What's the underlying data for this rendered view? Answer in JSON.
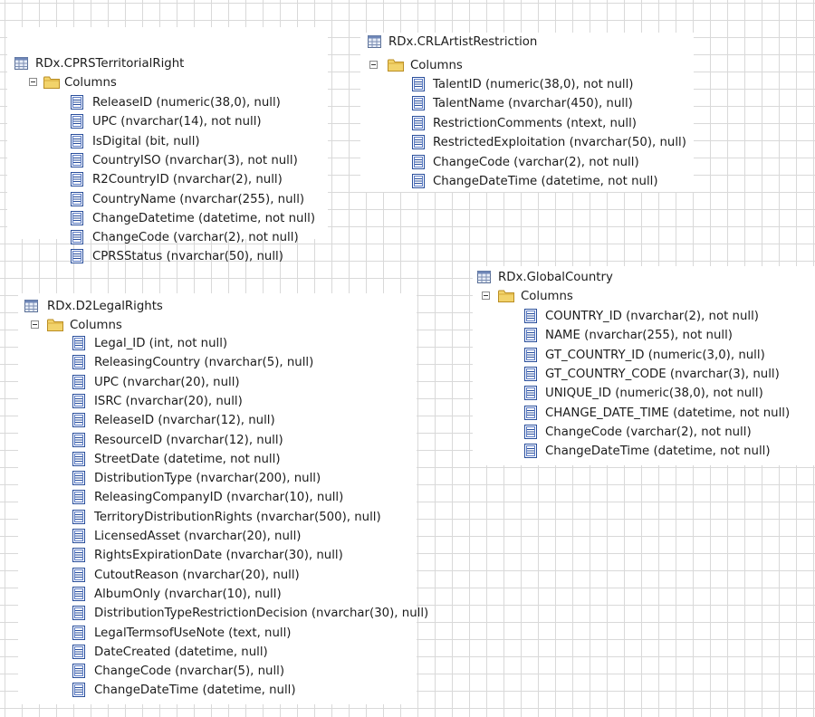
{
  "tables": [
    {
      "id": "cprs",
      "title": "RDx.CPRSTerritorialRight",
      "folder_label": "Columns",
      "columns": [
        "ReleaseID (numeric(38,0), null)",
        "UPC (nvarchar(14), not null)",
        "IsDigital (bit, null)",
        "CountryISO (nvarchar(3), not null)",
        "R2CountryID (nvarchar(2), null)",
        "CountryName (nvarchar(255), null)",
        "ChangeDatetime (datetime, not null)",
        "ChangeCode (varchar(2), not null)",
        "CPRSStatus (nvarchar(50), null)"
      ]
    },
    {
      "id": "crl",
      "title": "RDx.CRLArtistRestriction",
      "folder_label": "Columns",
      "columns": [
        "TalentID (numeric(38,0), not null)",
        "TalentName (nvarchar(450), null)",
        "RestrictionComments (ntext, null)",
        "RestrictedExploitation (nvarchar(50), null)",
        "ChangeCode (varchar(2), not null)",
        "ChangeDateTime (datetime, not null)"
      ]
    },
    {
      "id": "global",
      "title": "RDx.GlobalCountry",
      "folder_label": "Columns",
      "columns": [
        "COUNTRY_ID (nvarchar(2), not null)",
        "NAME (nvarchar(255), not null)",
        "GT_COUNTRY_ID (numeric(3,0), null)",
        "GT_COUNTRY_CODE (nvarchar(3), null)",
        "UNIQUE_ID (numeric(38,0), not null)",
        "CHANGE_DATE_TIME (datetime, not null)",
        "ChangeCode (varchar(2), not null)",
        "ChangeDateTime (datetime, not null)"
      ]
    },
    {
      "id": "d2",
      "title": "RDx.D2LegalRights",
      "folder_label": "Columns",
      "columns": [
        "Legal_ID (int, not null)",
        "ReleasingCountry (nvarchar(5), null)",
        "UPC (nvarchar(20), null)",
        "ISRC (nvarchar(20), null)",
        "ReleaseID (nvarchar(12), null)",
        "ResourceID (nvarchar(12), null)",
        "StreetDate (datetime, not null)",
        "DistributionType (nvarchar(200), null)",
        "ReleasingCompanyID (nvarchar(10), null)",
        "TerritoryDistributionRights (nvarchar(500), null)",
        "LicensedAsset (nvarchar(20), null)",
        "RightsExpirationDate (nvarchar(30), null)",
        "CutoutReason (nvarchar(20), null)",
        "AlbumOnly (nvarchar(10), null)",
        "DistributionTypeRestrictionDecision (nvarchar(30), null)",
        "LegalTermsofUseNote (text, null)",
        "DateCreated (datetime, null)",
        "ChangeCode (nvarchar(5), null)",
        "ChangeDateTime (datetime, null)"
      ]
    }
  ]
}
